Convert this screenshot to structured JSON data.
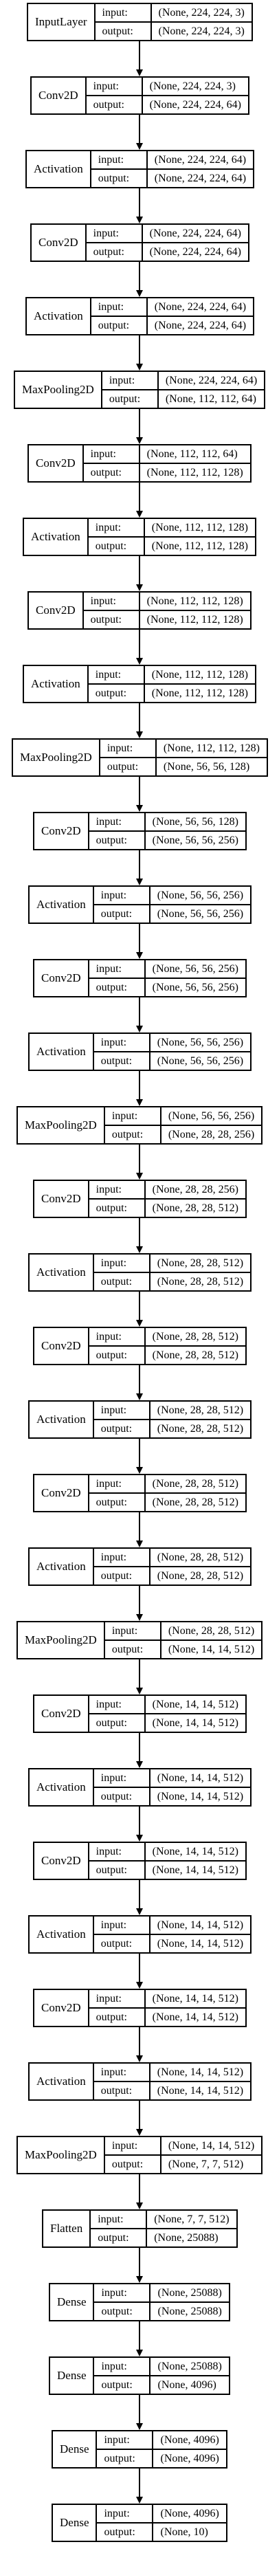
{
  "labels": {
    "input": "input:",
    "output": "output:"
  },
  "layers": [
    {
      "name": "InputLayer",
      "input": "(None, 224, 224, 3)",
      "output": "(None, 224, 224, 3)"
    },
    {
      "name": "Conv2D",
      "input": "(None, 224, 224, 3)",
      "output": "(None, 224, 224, 64)"
    },
    {
      "name": "Activation",
      "input": "(None, 224, 224, 64)",
      "output": "(None, 224, 224, 64)"
    },
    {
      "name": "Conv2D",
      "input": "(None, 224, 224, 64)",
      "output": "(None, 224, 224, 64)"
    },
    {
      "name": "Activation",
      "input": "(None, 224, 224, 64)",
      "output": "(None, 224, 224, 64)"
    },
    {
      "name": "MaxPooling2D",
      "input": "(None, 224, 224, 64)",
      "output": "(None, 112, 112, 64)"
    },
    {
      "name": "Conv2D",
      "input": "(None, 112, 112, 64)",
      "output": "(None, 112, 112, 128)"
    },
    {
      "name": "Activation",
      "input": "(None, 112, 112, 128)",
      "output": "(None, 112, 112, 128)"
    },
    {
      "name": "Conv2D",
      "input": "(None, 112, 112, 128)",
      "output": "(None, 112, 112, 128)"
    },
    {
      "name": "Activation",
      "input": "(None, 112, 112, 128)",
      "output": "(None, 112, 112, 128)"
    },
    {
      "name": "MaxPooling2D",
      "input": "(None, 112, 112, 128)",
      "output": "(None, 56, 56, 128)"
    },
    {
      "name": "Conv2D",
      "input": "(None, 56, 56, 128)",
      "output": "(None, 56, 56, 256)"
    },
    {
      "name": "Activation",
      "input": "(None, 56, 56, 256)",
      "output": "(None, 56, 56, 256)"
    },
    {
      "name": "Conv2D",
      "input": "(None, 56, 56, 256)",
      "output": "(None, 56, 56, 256)"
    },
    {
      "name": "Activation",
      "input": "(None, 56, 56, 256)",
      "output": "(None, 56, 56, 256)"
    },
    {
      "name": "MaxPooling2D",
      "input": "(None, 56, 56, 256)",
      "output": "(None, 28, 28, 256)"
    },
    {
      "name": "Conv2D",
      "input": "(None, 28, 28, 256)",
      "output": "(None, 28, 28, 512)"
    },
    {
      "name": "Activation",
      "input": "(None, 28, 28, 512)",
      "output": "(None, 28, 28, 512)"
    },
    {
      "name": "Conv2D",
      "input": "(None, 28, 28, 512)",
      "output": "(None, 28, 28, 512)"
    },
    {
      "name": "Activation",
      "input": "(None, 28, 28, 512)",
      "output": "(None, 28, 28, 512)"
    },
    {
      "name": "Conv2D",
      "input": "(None, 28, 28, 512)",
      "output": "(None, 28, 28, 512)"
    },
    {
      "name": "Activation",
      "input": "(None, 28, 28, 512)",
      "output": "(None, 28, 28, 512)"
    },
    {
      "name": "MaxPooling2D",
      "input": "(None, 28, 28, 512)",
      "output": "(None, 14, 14, 512)"
    },
    {
      "name": "Conv2D",
      "input": "(None, 14, 14, 512)",
      "output": "(None, 14, 14, 512)"
    },
    {
      "name": "Activation",
      "input": "(None, 14, 14, 512)",
      "output": "(None, 14, 14, 512)"
    },
    {
      "name": "Conv2D",
      "input": "(None, 14, 14, 512)",
      "output": "(None, 14, 14, 512)"
    },
    {
      "name": "Activation",
      "input": "(None, 14, 14, 512)",
      "output": "(None, 14, 14, 512)"
    },
    {
      "name": "Conv2D",
      "input": "(None, 14, 14, 512)",
      "output": "(None, 14, 14, 512)"
    },
    {
      "name": "Activation",
      "input": "(None, 14, 14, 512)",
      "output": "(None, 14, 14, 512)"
    },
    {
      "name": "MaxPooling2D",
      "input": "(None, 14, 14, 512)",
      "output": "(None, 7, 7, 512)"
    },
    {
      "name": "Flatten",
      "input": "(None, 7, 7, 512)",
      "output": "(None, 25088)"
    },
    {
      "name": "Dense",
      "input": "(None, 25088)",
      "output": "(None, 25088)"
    },
    {
      "name": "Dense",
      "input": "(None, 25088)",
      "output": "(None, 4096)"
    },
    {
      "name": "Dense",
      "input": "(None, 4096)",
      "output": "(None, 4096)"
    },
    {
      "name": "Dense",
      "input": "(None, 4096)",
      "output": "(None, 10)"
    }
  ]
}
